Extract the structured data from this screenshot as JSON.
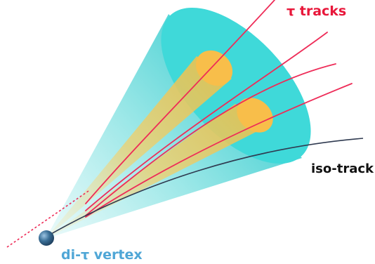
{
  "labels": {
    "tau_tracks": "τ tracks",
    "iso_track": "iso-track",
    "vertex": "di-τ vertex"
  },
  "colors": {
    "cone": "#3fd9d9",
    "cone_light": "#c8f3f3",
    "inner_cone": "#f0c24a",
    "tau_track": "#ee2c58",
    "iso_track": "#2f3a50",
    "vertex": "#3a6f97",
    "tau_label": "#e8173a",
    "vertex_label": "#4fa6d6",
    "iso_label": "#111111"
  }
}
